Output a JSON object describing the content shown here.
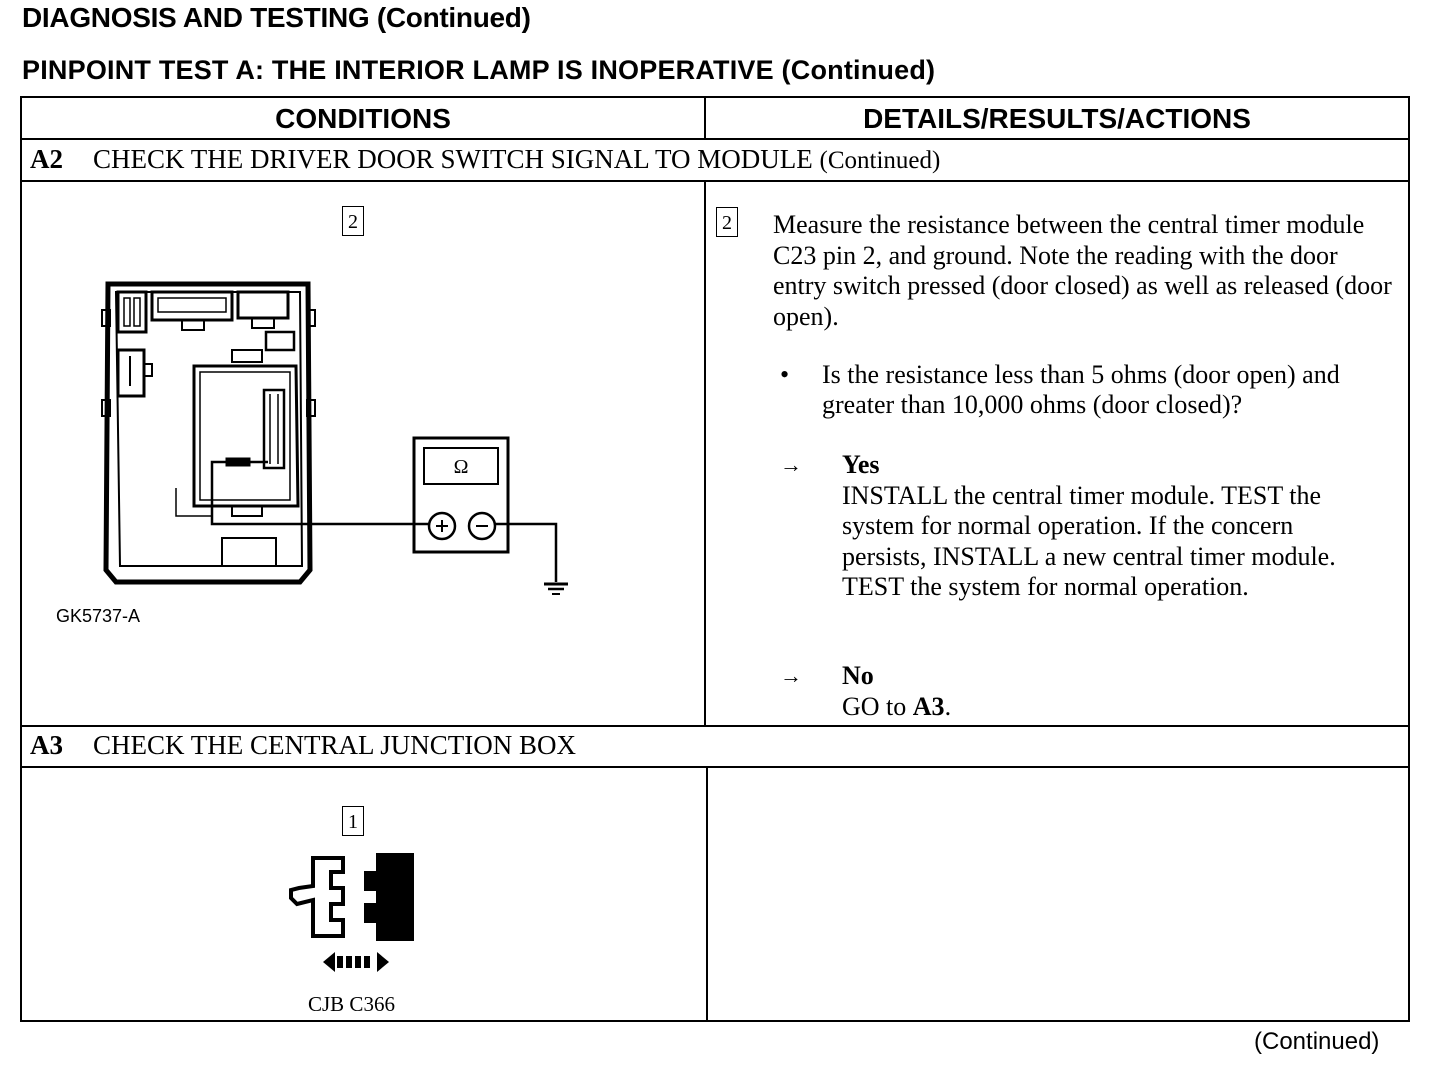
{
  "header": {
    "title": "DIAGNOSIS AND TESTING (Continued)",
    "subtitle": "PINPOINT TEST A:  THE INTERIOR LAMP IS INOPERATIVE (Continued)"
  },
  "table": {
    "columns": [
      "CONDITIONS",
      "DETAILS/RESULTS/ACTIONS"
    ],
    "steps": [
      {
        "id": "A2",
        "title": "CHECK THE DRIVER DOOR SWITCH SIGNAL TO MODULE",
        "title_suffix": "(Continued)",
        "substep_number": "2",
        "figure_caption": "GK5737-A",
        "meter_symbol": "Ω",
        "details": "Measure the resistance between the central timer module C23 pin 2, and ground. Note the reading with the door entry switch pressed (door closed) as well as released (door open).",
        "bullet_symbol": "•",
        "question": "Is the resistance less than 5 ohms (door open) and greater than 10,000 ohms (door closed)?",
        "results": [
          {
            "arrow": "→",
            "label": "Yes",
            "action": "INSTALL the central timer module. TEST the system for normal operation. If the concern persists, INSTALL a new central timer module. TEST the system for normal operation."
          },
          {
            "arrow": "→",
            "label": "No",
            "action_prefix": "GO to ",
            "action_target": "A3",
            "action_suffix": "."
          }
        ]
      },
      {
        "id": "A3",
        "title": "CHECK THE CENTRAL JUNCTION BOX",
        "substep_number": "1",
        "figure_caption": "CJB C366"
      }
    ]
  },
  "footer": {
    "continued": "(Continued)"
  }
}
